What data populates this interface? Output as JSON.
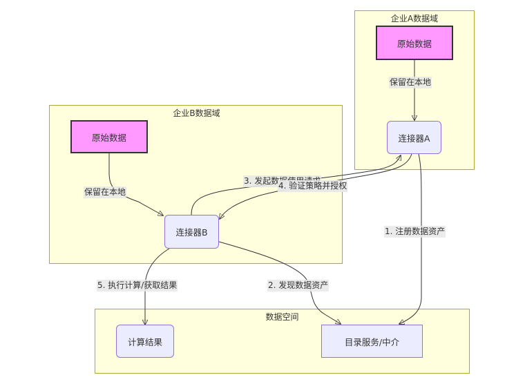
{
  "subgraphs": {
    "enterprise_a": {
      "title": "企业A数据域"
    },
    "enterprise_b": {
      "title": "企业B数据域"
    },
    "data_space": {
      "title": "数据空间"
    }
  },
  "nodes": {
    "raw_a": {
      "label": "原始数据"
    },
    "connector_a": {
      "label": "连接器A"
    },
    "raw_b": {
      "label": "原始数据"
    },
    "connector_b": {
      "label": "连接器B"
    },
    "compute_result": {
      "label": "计算结果"
    },
    "catalog": {
      "label": "目录服务/中介"
    }
  },
  "edges": [
    {
      "from": "raw_a",
      "to": "connector_a",
      "label": "保留在本地"
    },
    {
      "from": "raw_b",
      "to": "connector_b",
      "label": "保留在本地"
    },
    {
      "from": "connector_a",
      "to": "catalog",
      "label": "1. 注册数据资产"
    },
    {
      "from": "connector_b",
      "to": "catalog",
      "label": "2. 发现数据资产"
    },
    {
      "from": "connector_b",
      "to": "connector_a",
      "label": "3. 发起数据使用请求"
    },
    {
      "from": "connector_a",
      "to": "connector_b",
      "label": "4. 验证策略并授权"
    },
    {
      "from": "connector_b",
      "to": "compute_result",
      "label": "5. 执行计算/获取结果"
    }
  ],
  "colors": {
    "subgraph_fill": "#ffffde",
    "subgraph_border": "#aaaa33",
    "raw_fill": "#ff99ff",
    "node_fill": "#ececff",
    "node_border": "#9370db",
    "edge": "#333333"
  }
}
